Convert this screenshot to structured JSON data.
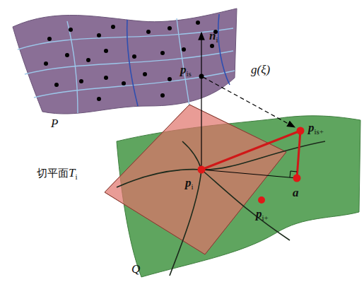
{
  "diagram": {
    "labels": [
      "P",
      "pis",
      "ni",
      "g(ξ)",
      "pis+",
      "切平面Ti",
      "pi",
      "a",
      "pi+",
      "Q"
    ]
  }
}
